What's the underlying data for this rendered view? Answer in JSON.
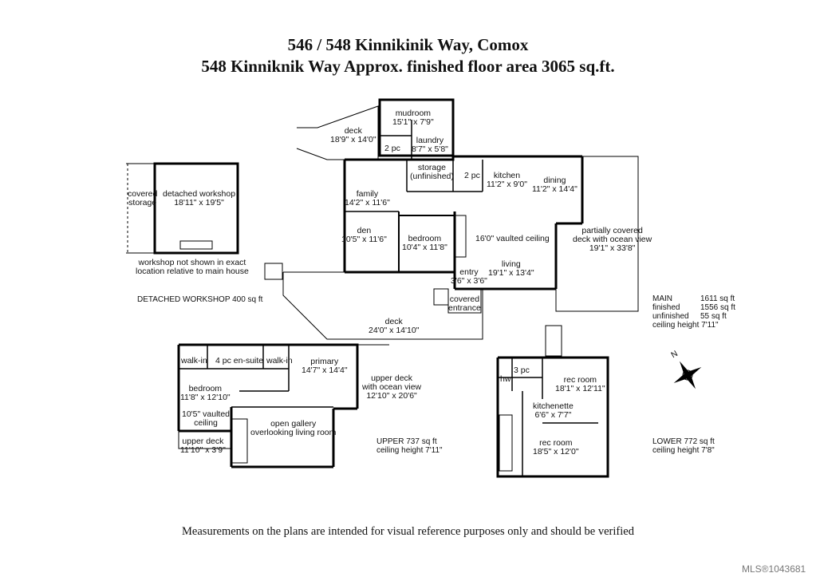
{
  "title_line1": "546 / 548 Kinnikinik Way, Comox",
  "title_line2": "548 Kinniknik Way Approx. finished floor area 3065 sq.ft.",
  "rooms": {
    "mudroom": {
      "name": "mudroom",
      "dim": "15'1\" x 7'9\""
    },
    "deck_top": {
      "name": "deck",
      "dim": "18'9\" x 14'0\""
    },
    "laundry": {
      "name": "laundry",
      "dim": "8'7\" x 5'8\""
    },
    "two_pc_a": {
      "name": "2 pc"
    },
    "storage": {
      "name": "storage",
      "dim": "(unfinished)"
    },
    "two_pc_b": {
      "name": "2 pc"
    },
    "kitchen": {
      "name": "kitchen",
      "dim": "11'2\" x 9'0\""
    },
    "dining": {
      "name": "dining",
      "dim": "11'2\" x 14'4\""
    },
    "family": {
      "name": "family",
      "dim": "14'2\" x 11'6\""
    },
    "den": {
      "name": "den",
      "dim": "10'5\" x 11'6\""
    },
    "bedroom_main": {
      "name": "bedroom",
      "dim": "10'4\" x 11'8\""
    },
    "vaulted_main": {
      "name": "16'0\" vaulted ceiling"
    },
    "covered_deck": {
      "name": "partially covered",
      "name2": "deck with ocean view",
      "dim": "19'1\" x 33'8\""
    },
    "living": {
      "name": "living",
      "dim": "19'1\" x 13'4\""
    },
    "entry": {
      "name": "entry",
      "dim": "3'6\" x 3'6\""
    },
    "covered_entrance": {
      "name": "covered",
      "dim": "entrance"
    },
    "deck_main": {
      "name": "deck",
      "dim": "24'0\" x 14'10\""
    },
    "covered_storage": {
      "name": "covered",
      "dim": "storage"
    },
    "workshop": {
      "name": "detached workshop",
      "dim": "18'11\" x 19'5\""
    },
    "workshop_note": {
      "name": "workshop not shown in exact",
      "dim": "location relative to main house"
    },
    "walkin_a": {
      "name": "walk-in"
    },
    "ensuite": {
      "name": "4 pc en-suite"
    },
    "walkin_b": {
      "name": "walk-in"
    },
    "primary": {
      "name": "primary",
      "dim": "14'7\" x 14'4\""
    },
    "upper_deck_ocean": {
      "name": "upper deck",
      "name2": "with ocean view",
      "dim": "12'10\" x 20'6\""
    },
    "bedroom_upper": {
      "name": "bedroom",
      "dim": "11'8\" x 12'10\""
    },
    "vaulted_upper": {
      "name": "10'5\" vaulted",
      "dim": "ceiling"
    },
    "open_gallery": {
      "name": "open gallery",
      "dim": "overlooking living room"
    },
    "upper_deck_small": {
      "name": "upper deck",
      "dim": "11'10\" x 3'9\""
    },
    "three_pc": {
      "name": "3 pc"
    },
    "hw": {
      "name": "hw"
    },
    "rec_room_a": {
      "name": "rec room",
      "dim": "18'1\" x 12'11\""
    },
    "kitchenette": {
      "name": "kitchenette",
      "dim": "6'6\" x 7'7\""
    },
    "rec_room_b": {
      "name": "rec room",
      "dim": "18'5\" x 12'0\""
    }
  },
  "summaries": {
    "workshop": "DETACHED WORKSHOP   400 sq ft",
    "main": [
      {
        "k": "MAIN",
        "v": "1611 sq ft"
      },
      {
        "k": "finished",
        "v": "1556 sq ft"
      },
      {
        "k": "unfinished",
        "v": "55 sq ft"
      }
    ],
    "main_ceiling": "ceiling height 7'11\"",
    "upper": "UPPER   737 sq ft",
    "upper_ceiling": "ceiling height 7'11\"",
    "lower": "LOWER   772 sq ft",
    "lower_ceiling": "ceiling height 7'8\""
  },
  "compass_label": "N",
  "footer": "Measurements on the plans are intended for visual reference purposes only and should be verified",
  "mls": "MLS®1043681"
}
